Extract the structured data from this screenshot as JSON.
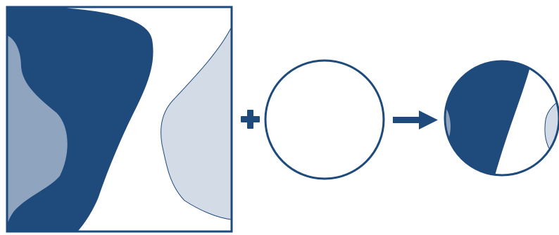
{
  "diagram": {
    "colors": {
      "navy": "#1F4A7C",
      "mid_blue": "#8FA4BF",
      "light_blue": "#D3DBE6",
      "background": "#FFFFFF"
    },
    "elements": [
      {
        "id": "source-square",
        "kind": "square-with-organic-shapes"
      },
      {
        "id": "plus-sign",
        "kind": "operator"
      },
      {
        "id": "empty-circle",
        "kind": "circle-mask"
      },
      {
        "id": "right-arrow",
        "kind": "operator"
      },
      {
        "id": "result-circle",
        "kind": "masked-crop"
      }
    ]
  }
}
